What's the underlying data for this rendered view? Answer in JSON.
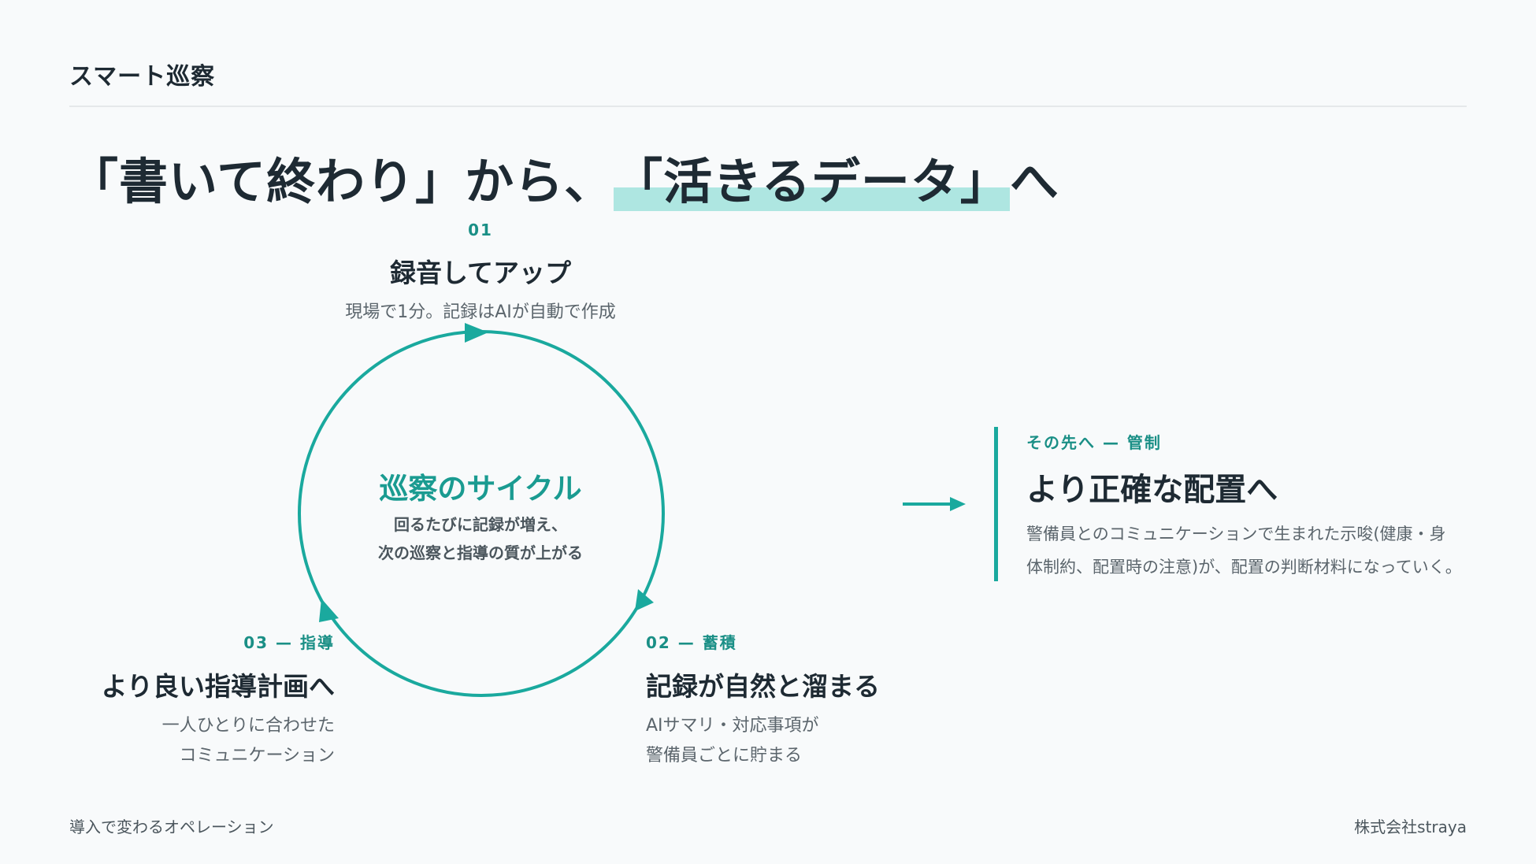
{
  "brand": "スマート巡察",
  "headline": {
    "part1": "「書いて終わり」から、",
    "highlight": "「活きるデータ」",
    "part2": "へ"
  },
  "cycle": {
    "title": "巡察のサイクル",
    "subtitle_line1": "回るたびに記録が増え、",
    "subtitle_line2": "次の巡察と指導の質が上がる"
  },
  "steps": [
    {
      "num": "01",
      "title": "録音してアップ",
      "desc_line1": "現場で1分。記録はAIが自動で作成",
      "desc_line2": ""
    },
    {
      "num": "02 — 蓄積",
      "title": "記録が自然と溜まる",
      "desc_line1": "AIサマリ・対応事項が",
      "desc_line2": "警備員ごとに貯まる"
    },
    {
      "num": "03 — 指導",
      "title": "より良い指導計画へ",
      "desc_line1": "一人ひとりに合わせた",
      "desc_line2": "コミュニケーション"
    }
  ],
  "next": {
    "kicker": "その先へ — 管制",
    "title": "より正確な配置へ",
    "desc_line1": "警備員とのコミュニケーションで生まれた示唆(健康・身",
    "desc_line2": "体制約、配置時の注意)が、配置の判断材料になっていく。"
  },
  "footer": {
    "left": "導入で変わるオペレーション",
    "right": "株式会社straya"
  },
  "colors": {
    "accent": "#1aa99e",
    "accent_text": "#1a8f86",
    "highlight": "#aee6e1",
    "text": "#1e2a33",
    "muted": "#5b656c",
    "background": "#f8fafb"
  },
  "icons": [
    "cycle-arrow-icon",
    "right-arrow-icon"
  ]
}
